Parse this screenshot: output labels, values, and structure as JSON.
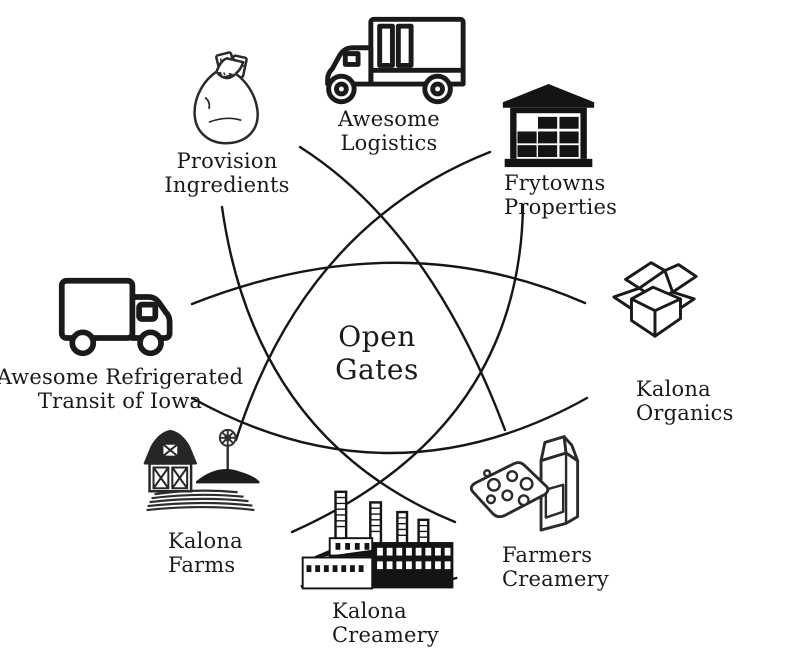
{
  "diagram": {
    "center_label": "Open Gates",
    "entities": [
      {
        "id": "awesome-logistics",
        "lines": [
          "Awesome",
          "Logistics"
        ],
        "icon": "box-truck-icon"
      },
      {
        "id": "frytowns-properties",
        "lines": [
          "Frytowns",
          "Properties"
        ],
        "icon": "warehouse-icon"
      },
      {
        "id": "kalona-organics",
        "lines": [
          "Kalona",
          "Organics"
        ],
        "icon": "open-box-icon"
      },
      {
        "id": "farmers-creamery",
        "lines": [
          "Farmers",
          "Creamery"
        ],
        "icon": "cheese-and-milk-icon"
      },
      {
        "id": "kalona-creamery",
        "lines": [
          "Kalona",
          "Creamery"
        ],
        "icon": "factory-icon"
      },
      {
        "id": "kalona-farms",
        "lines": [
          "Kalona",
          "Farms"
        ],
        "icon": "barn-icon"
      },
      {
        "id": "awesome-refrigerated-transit",
        "lines": [
          "Awesome Refrigerated",
          "Transit of Iowa"
        ],
        "icon": "delivery-truck-icon"
      },
      {
        "id": "provision-ingredients",
        "lines": [
          "Provision",
          "Ingredients"
        ],
        "icon": "sack-icon"
      }
    ],
    "connections": [
      {
        "from": "provision-ingredients",
        "to": "kalona-creamery"
      },
      {
        "from": "frytowns-properties",
        "to": "kalona-farms"
      },
      {
        "from": "frytowns-properties",
        "to": "kalona-creamery"
      },
      {
        "from": "awesome-refrigerated-transit",
        "to": "kalona-organics"
      },
      {
        "from": "awesome-logistics",
        "to": "farmers-creamery"
      },
      {
        "from": "awesome-refrigerated-transit",
        "to": "kalona-organics"
      }
    ],
    "colors": {
      "line": "#161616",
      "text": "#1a1a1a",
      "background": "#ffffff"
    }
  }
}
